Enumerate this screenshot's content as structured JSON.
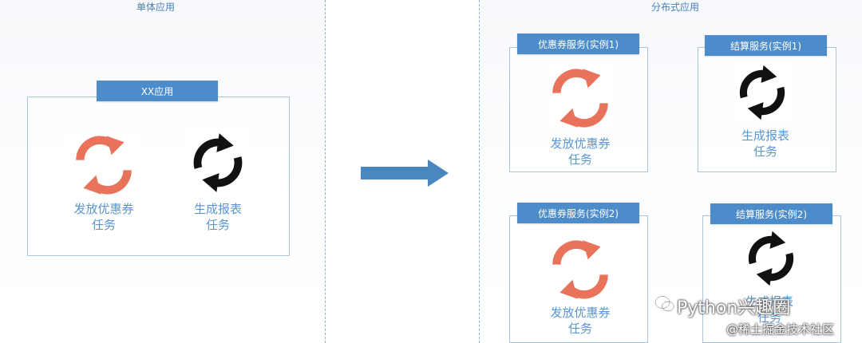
{
  "left": {
    "title": "单体应用",
    "app": {
      "label": "XX应用",
      "task_coupon": [
        "发放优惠券",
        "任务"
      ],
      "task_report": [
        "生成报表",
        "任务"
      ]
    }
  },
  "right": {
    "title": "分布式应用",
    "coupon_service_1": {
      "label": "优惠券服务(实例1)",
      "task": [
        "发放优惠券",
        "任务"
      ]
    },
    "settle_service_1": {
      "label": "结算服务(实例1)",
      "task": [
        "生成报表",
        "任务"
      ]
    },
    "coupon_service_2": {
      "label": "优惠券服务(实例2)",
      "task": [
        "发放优惠券",
        "任务"
      ]
    },
    "settle_service_2": {
      "label": "结算服务(实例2)",
      "task": [
        "生成报表",
        "任务"
      ]
    }
  },
  "watermark": {
    "line1": "Python兴趣圈",
    "line2": "@稀土掘金技术社区"
  },
  "colors": {
    "label_bar": "#4d8ccb",
    "task_text": "#5a96d2",
    "coupon_icon": "#e8735a",
    "report_icon": "#111111",
    "arrow": "#4a86bf"
  },
  "icons": {
    "coupon": "refresh-cycle-icon",
    "report": "sync-cycle-icon",
    "transition": "right-arrow-icon"
  }
}
